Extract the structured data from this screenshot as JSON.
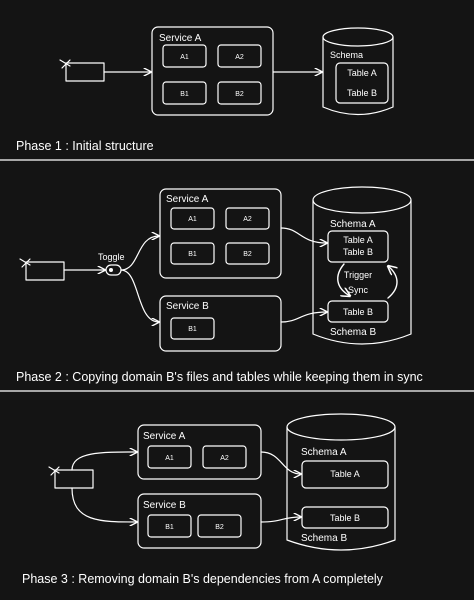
{
  "phase1": {
    "caption": "Phase 1 : Initial structure",
    "service_a": {
      "title": "Service A",
      "modules": [
        "A1",
        "A2",
        "B1",
        "B2"
      ]
    },
    "schema": {
      "title": "Schema",
      "tables": [
        "Table A",
        "Table B"
      ]
    }
  },
  "phase2": {
    "caption": "Phase 2 : Copying domain B's files and tables while keeping them in sync",
    "toggle_label": "Toggle",
    "service_a": {
      "title": "Service A",
      "modules": [
        "A1",
        "A2",
        "B1",
        "B2"
      ]
    },
    "service_b": {
      "title": "Service B",
      "modules": [
        "B1"
      ]
    },
    "schema_a": {
      "title": "Schema A",
      "table_line1": "Table A",
      "table_line2": "Table B"
    },
    "sync_label_line1": "Trigger",
    "sync_label_line2": "Sync",
    "schema_b": {
      "title": "Schema B",
      "table": "Table B"
    }
  },
  "phase3": {
    "caption": "Phase 3 : Removing domain B's dependencies from A completely",
    "service_a": {
      "title": "Service A",
      "modules": [
        "A1",
        "A2"
      ]
    },
    "service_b": {
      "title": "Service B",
      "modules": [
        "B1",
        "B2"
      ]
    },
    "schema_a": {
      "title": "Schema A",
      "table": "Table A"
    },
    "schema_b": {
      "title": "Schema B",
      "table": "Table B"
    }
  }
}
